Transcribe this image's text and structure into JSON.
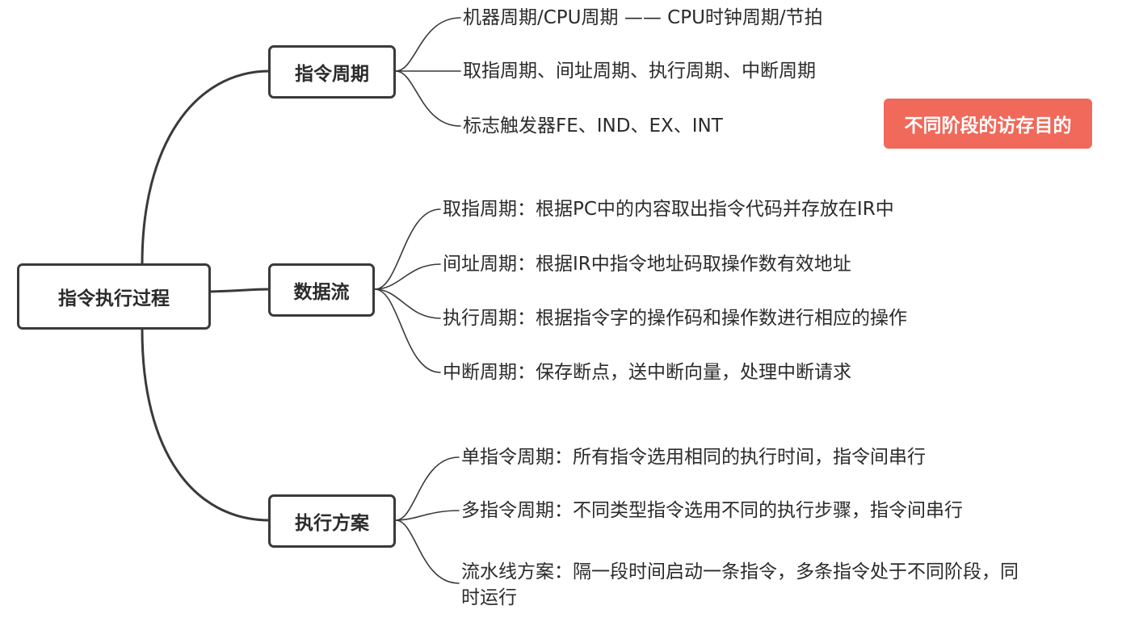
{
  "root": {
    "label": "指令执行过程"
  },
  "branches": [
    {
      "label": "指令周期",
      "leaves": [
        "机器周期/CPU周期 —— CPU时钟周期/节拍",
        "取指周期、间址周期、执行周期、中断周期",
        "标志触发器FE、IND、EX、INT"
      ]
    },
    {
      "label": "数据流",
      "leaves": [
        "取指周期：根据PC中的内容取出指令代码并存放在IR中",
        "间址周期：根据IR中指令地址码取操作数有效地址",
        "执行周期：根据指令字的操作码和操作数进行相应的操作",
        "中断周期：保存断点，送中断向量，处理中断请求"
      ]
    },
    {
      "label": "执行方案",
      "leaves": [
        "单指令周期：所有指令选用相同的执行时间，指令间串行",
        "多指令周期：不同类型指令选用不同的执行步骤，指令间串行",
        "流水线方案：隔一段时间启动一条指令，多条指令处于不同阶段，同时运行"
      ]
    }
  ],
  "callout": {
    "label": "不同阶段的访存目的",
    "color": "#f0695a"
  },
  "colors": {
    "line": "#3a3a3a",
    "text": "#2b2b2b"
  }
}
